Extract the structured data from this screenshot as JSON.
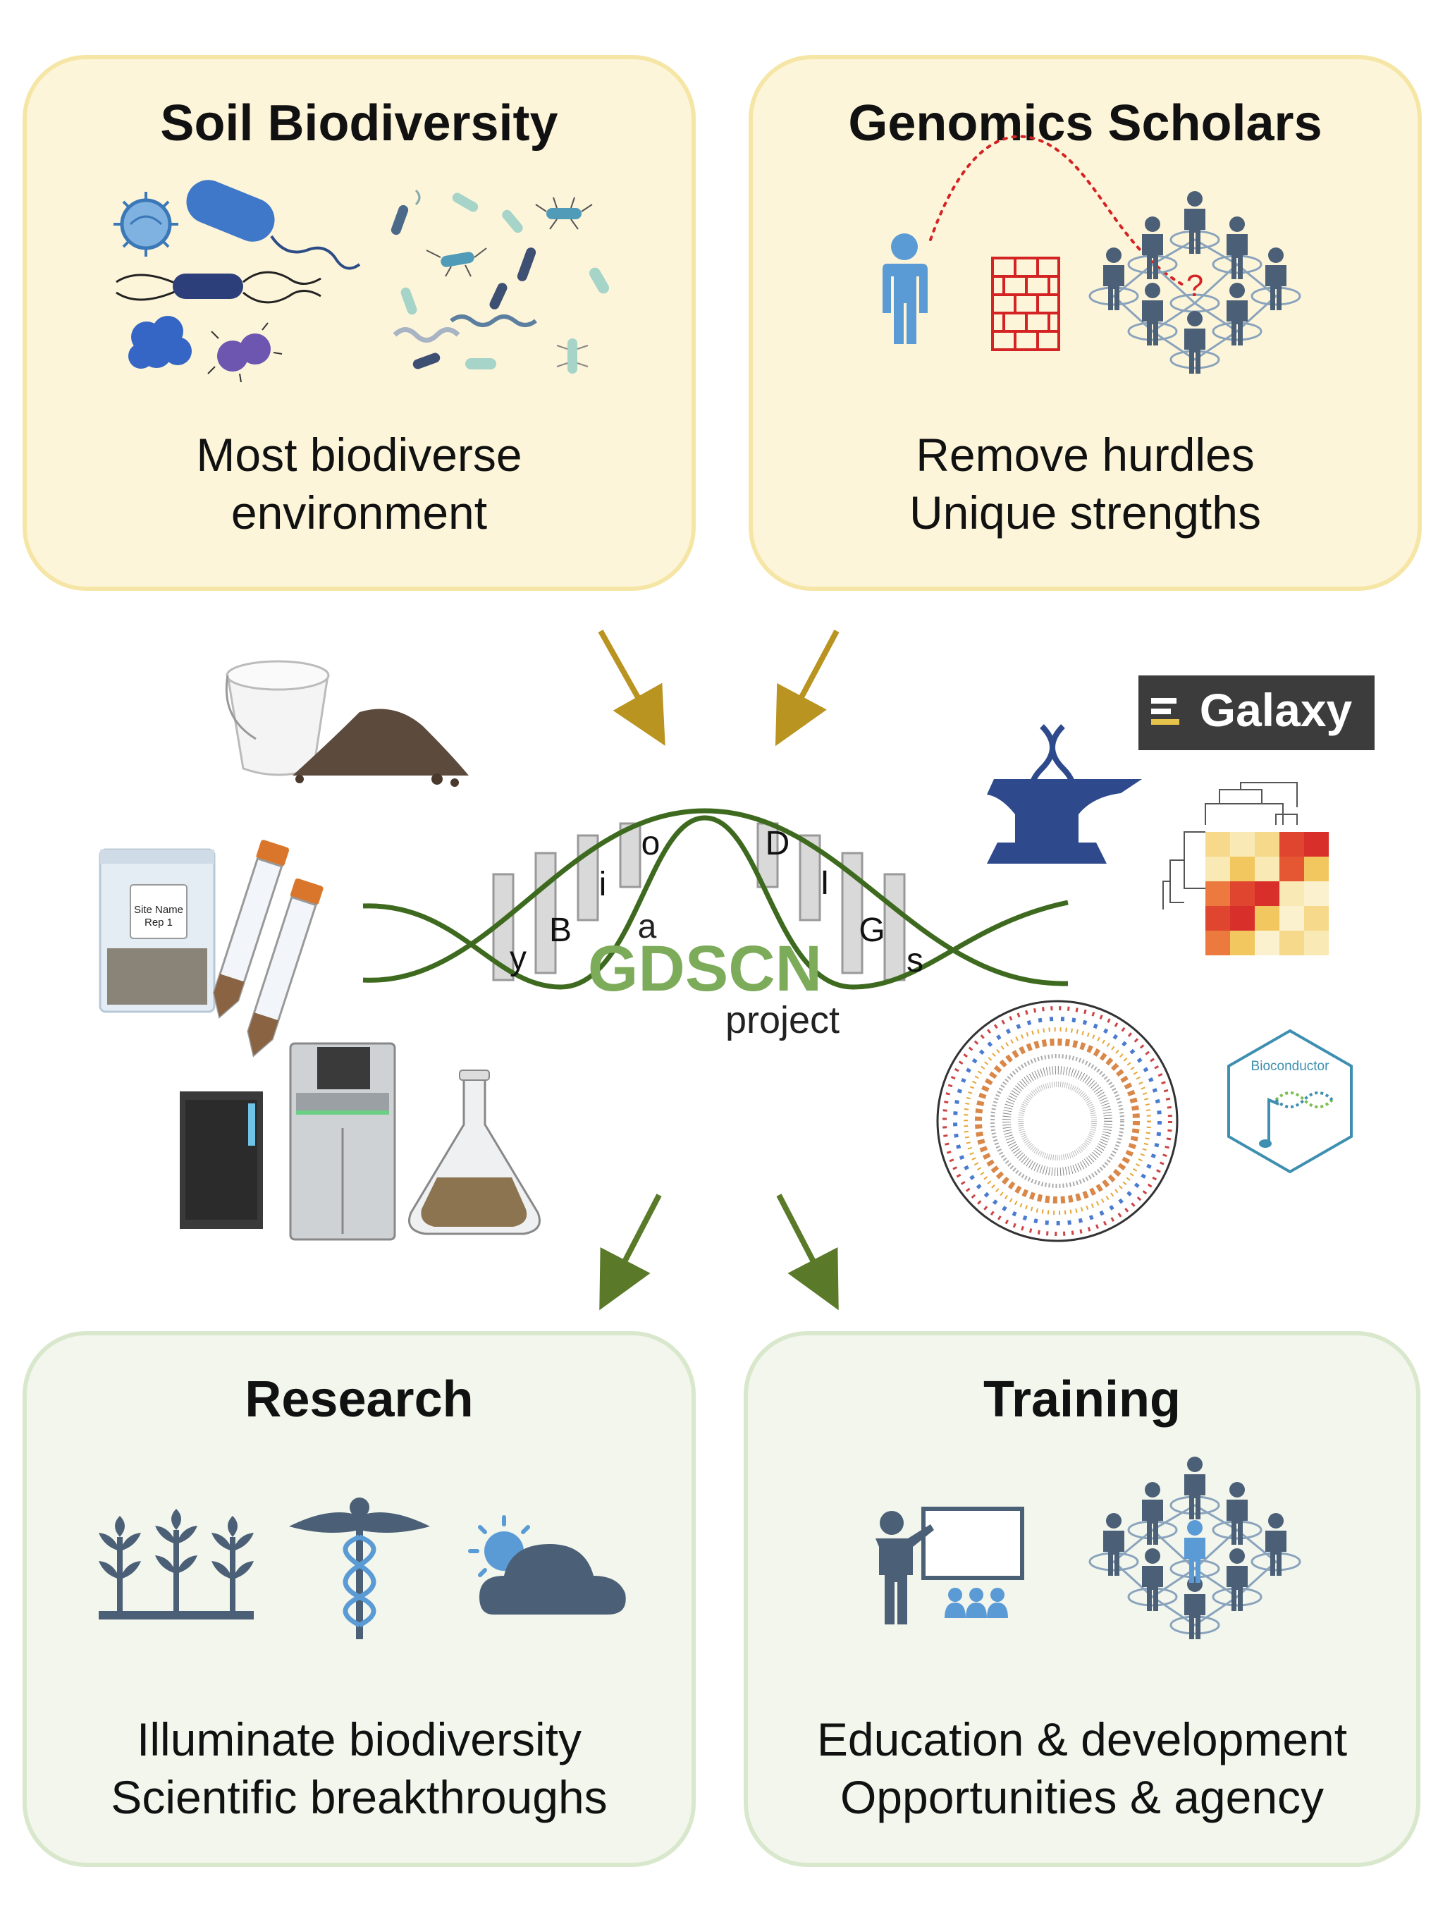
{
  "panels": {
    "soil": {
      "title": "Soil Biodiversity",
      "caption": [
        "Most biodiverse",
        "environment"
      ]
    },
    "scholars": {
      "title": "Genomics Scholars",
      "caption": [
        "Remove hurdles",
        "Unique strengths"
      ]
    },
    "research": {
      "title": "Research",
      "caption": [
        "Illuminate biodiversity",
        "Scientific breakthroughs"
      ]
    },
    "training": {
      "title": "Training",
      "caption": [
        "Education & development",
        "Opportunities & agency"
      ]
    }
  },
  "center_logo": {
    "helix_letters": [
      "y",
      "B",
      "i",
      "o",
      "D",
      "I",
      "G",
      "s"
    ],
    "prefix": "a",
    "name": "GDSCN",
    "suffix": "project"
  },
  "labels": {
    "sample_bag": [
      "Site Name",
      "Rep 1"
    ],
    "galaxy": "Galaxy",
    "bioconductor": "Bioconductor",
    "question_mark": "?"
  },
  "colors": {
    "top_panel_fill": "#fdf5da",
    "bottom_panel_fill": "#f2f6ec",
    "helix_green": "#3e6a1f",
    "gdscn_green": "#7cab5a",
    "arrow_gold": "#b99420",
    "arrow_green": "#5a7a2a",
    "icon_slate": "#4b6077",
    "person_blue": "#5b9bd5"
  }
}
